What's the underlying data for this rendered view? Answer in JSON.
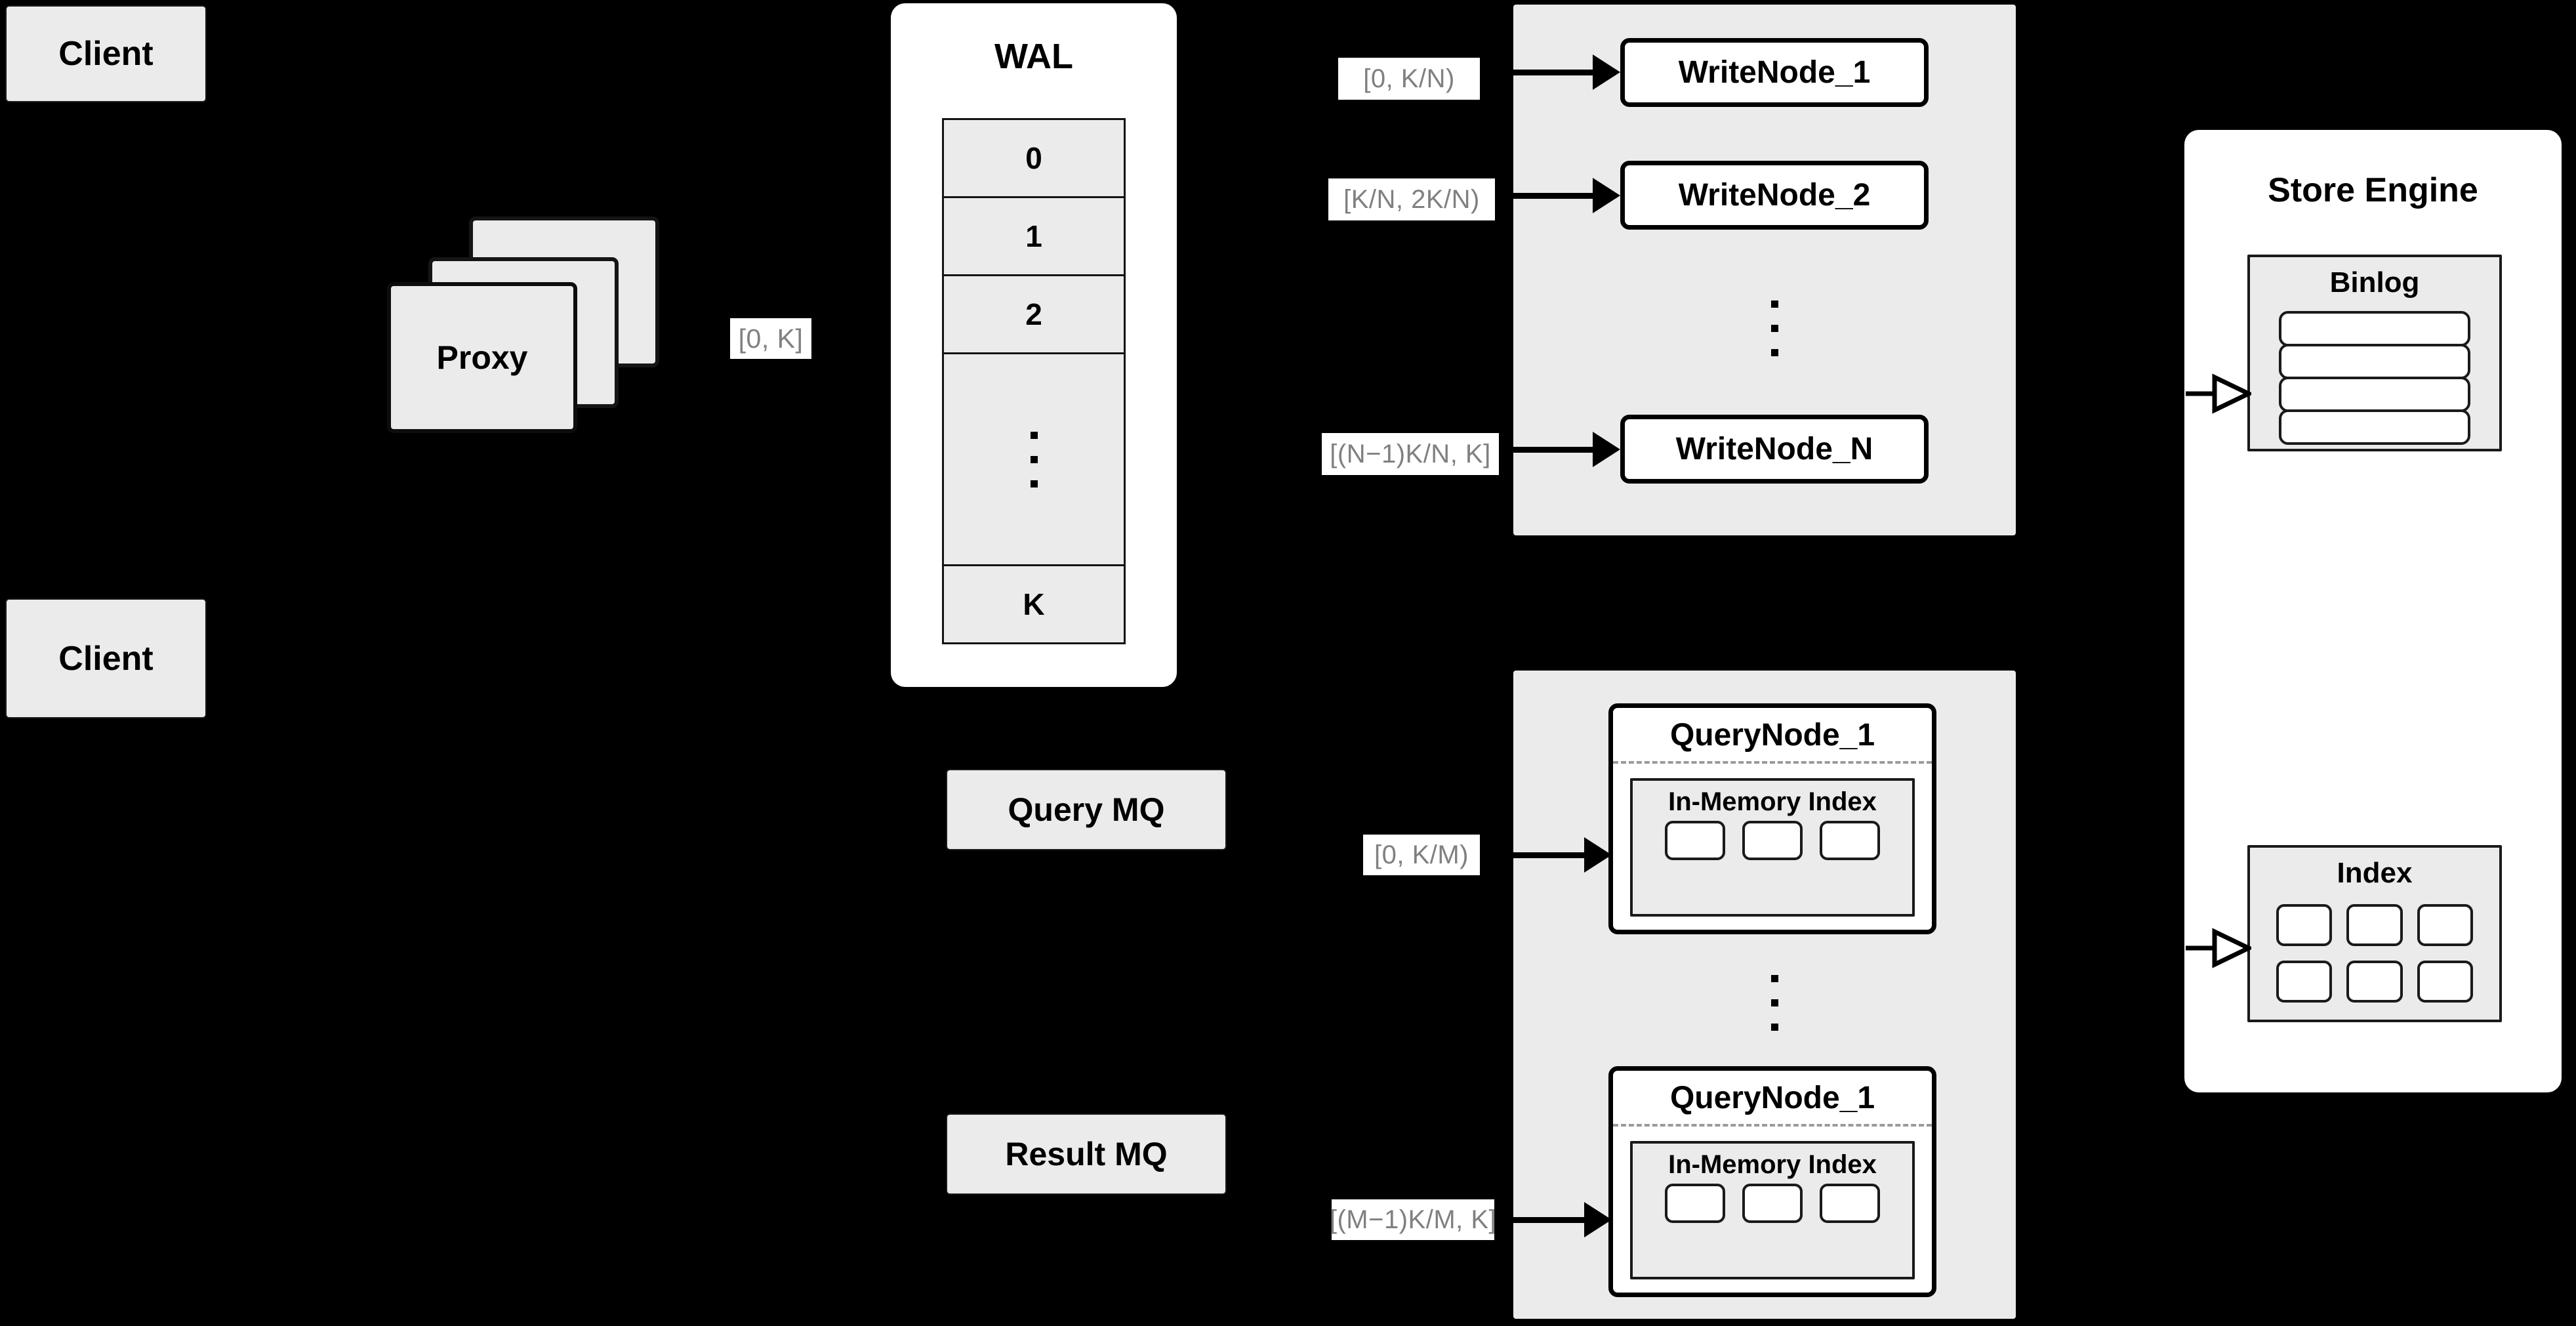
{
  "diagram": {
    "title": "Distributed vector database write/query architecture",
    "background_color": "#000000",
    "panel_color": "#ffffff",
    "cluster_color": "#ebebeb",
    "label_color": "#808080",
    "stroke_color": "#000000"
  },
  "clients": [
    {
      "label": "Client"
    },
    {
      "label": "Client"
    }
  ],
  "proxy": {
    "label": "Proxy",
    "stack_count": 3,
    "output_tag": "[0, K]"
  },
  "wal": {
    "title": "WAL",
    "rows": [
      "0",
      "1",
      "2",
      "⋮",
      "K"
    ],
    "row_values": [
      "0",
      "1",
      "2",
      "",
      "K"
    ],
    "ellipsis_row_index": 3
  },
  "write_cluster": {
    "nodes": [
      {
        "label": "WriteNode_1",
        "tag": "[0,  K/N)"
      },
      {
        "label": "WriteNode_2",
        "tag": "[K/N, 2K/N)"
      },
      {
        "label": "WriteNode_N",
        "tag": "[(N−1)K/N,  K]"
      }
    ],
    "ellipsis": true
  },
  "query_cluster": {
    "nodes": [
      {
        "label": "QueryNode_1",
        "tag": "[0, K/M)",
        "index": {
          "title": "In-Memory Index",
          "segments": 3
        }
      },
      {
        "label": "QueryNode_1",
        "tag": "[(M−1)K/M, K]",
        "index": {
          "title": "In-Memory Index",
          "segments": 3
        }
      }
    ],
    "ellipsis": true
  },
  "message_queues": [
    {
      "label": "Query MQ"
    },
    {
      "label": "Result MQ"
    }
  ],
  "store_engine": {
    "title": "Store Engine",
    "binlog": {
      "title": "Binlog",
      "rows": 4
    },
    "index": {
      "title": "Index",
      "chip_rows": 2,
      "chip_cols": 3
    }
  },
  "arrows": {
    "write_node_count": 3,
    "query_node_count": 2,
    "store_engine_inputs": 2,
    "style_solid": "filled-triangle",
    "style_open": "open-triangle"
  }
}
